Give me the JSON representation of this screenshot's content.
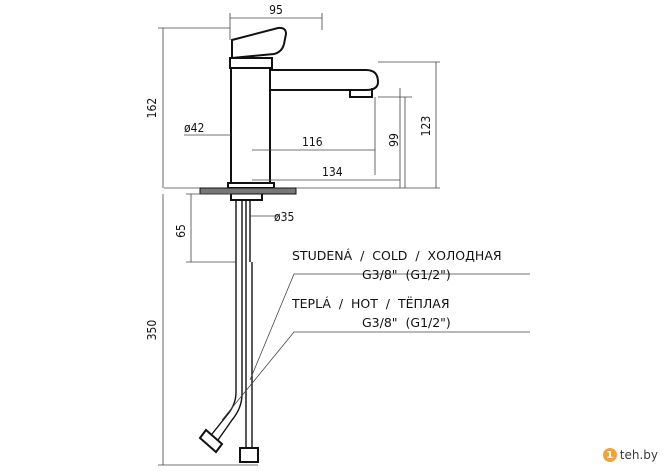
{
  "dimensions": {
    "width_top": "95",
    "height_total": "162",
    "spout_length_116": "116",
    "spout_length_134": "134",
    "height_99": "99",
    "height_123": "123",
    "body_diameter": "ø42",
    "hole_diameter": "ø35",
    "shank_65": "65",
    "hose_350": "350"
  },
  "labels": {
    "cold_line1": "STUDENÁ  /  COLD  /  ХОЛОДНАЯ",
    "cold_line2": "G3/8\"  (G1/2\")",
    "hot_line1": "TEPLÁ  /  HOT  /  ТЁПЛАЯ",
    "hot_line2": "G3/8\"  (G1/2\")"
  },
  "watermark": {
    "logo_letter": "1",
    "text": "teh.by",
    "icon": "circle-logo-icon"
  }
}
